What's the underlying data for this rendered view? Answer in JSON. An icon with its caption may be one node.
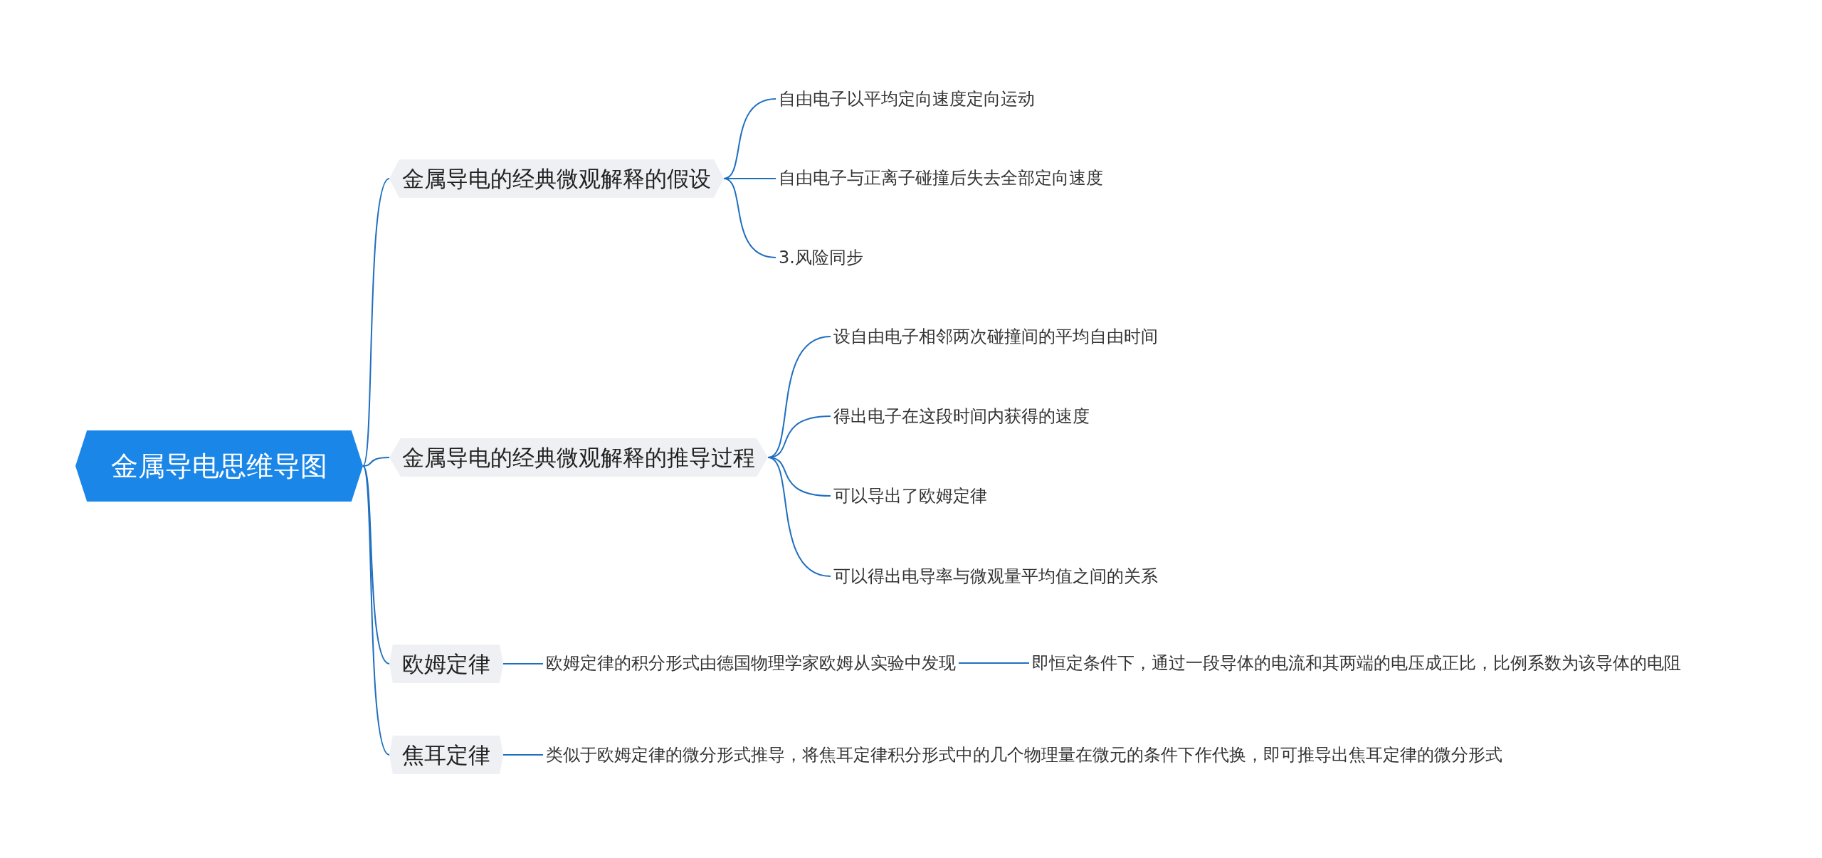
{
  "diagram": {
    "nodes": [
      {
        "text": [
          "金属导电思维导图"
        ]
      },
      {
        "text": [
          "金属导电的经典微观解释的假设"
        ]
      },
      {
        "text": [
          "自由电子以平均定向速度定向运动"
        ]
      },
      {
        "text": [
          "自由电子与正离子碰撞后失去全部定向速度"
        ]
      },
      {
        "text": [
          "3.风险同步"
        ]
      },
      {
        "text": [
          "金属导电的经典微观解释的推导过程"
        ]
      },
      {
        "text": [
          "设自由电子相邻两次碰撞间的平均自由时间"
        ]
      },
      {
        "text": [
          "得出电子在这段时间内获得的速度"
        ]
      },
      {
        "text": [
          "可以导出了欧姆定律"
        ]
      },
      {
        "text": [
          "可以得出电导率与微观量平均值之间的关系"
        ]
      },
      {
        "text": [
          "欧姆定律"
        ]
      },
      {
        "text": [
          "欧姆定律的积分形式由德国物理学家欧姆从实验中发现"
        ]
      },
      {
        "text": [
          "即恒定条件下，通过一段导体的电流和其两端的电压成正比，比例系数为该导体的电阻"
        ]
      },
      {
        "text": [
          "焦耳定律"
        ]
      },
      {
        "text": [
          "类似于欧姆定律的微分形式推导，将焦耳定律积分形式中的几个物理量在微元的条件下作代换，即可推导出焦耳定律的微分形式"
        ]
      }
    ],
    "edges": [
      {
        "from": 0,
        "to": 1,
        "arrow": "none"
      },
      {
        "from": 0,
        "to": 5,
        "arrow": "none"
      },
      {
        "from": 0,
        "to": 10,
        "arrow": "none"
      },
      {
        "from": 0,
        "to": 13,
        "arrow": "none"
      },
      {
        "from": 1,
        "to": 2,
        "arrow": "none"
      },
      {
        "from": 1,
        "to": 3,
        "arrow": "none"
      },
      {
        "from": 1,
        "to": 4,
        "arrow": "none"
      },
      {
        "from": 5,
        "to": 6,
        "arrow": "none"
      },
      {
        "from": 5,
        "to": 7,
        "arrow": "none"
      },
      {
        "from": 5,
        "to": 8,
        "arrow": "none"
      },
      {
        "from": 5,
        "to": 9,
        "arrow": "none"
      },
      {
        "from": 10,
        "to": 11,
        "arrow": "none"
      },
      {
        "from": 11,
        "to": 12,
        "arrow": "none"
      },
      {
        "from": 13,
        "to": 14,
        "arrow": "none"
      }
    ]
  }
}
